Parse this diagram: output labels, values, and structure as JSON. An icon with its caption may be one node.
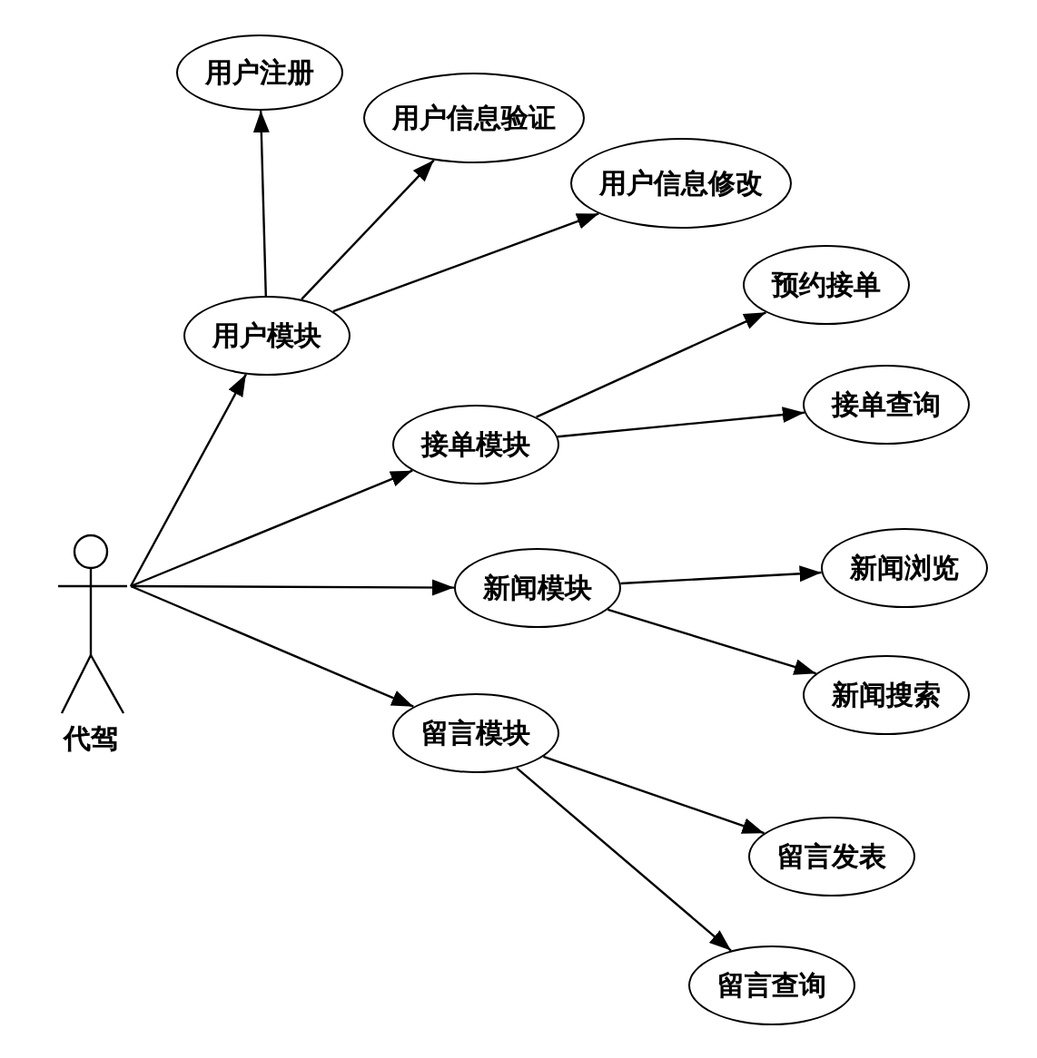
{
  "diagram": {
    "nodes": [
      {
        "text": [
          "代驾"
        ]
      },
      {
        "text": [
          "用户模块"
        ]
      },
      {
        "text": [
          "用户注册"
        ]
      },
      {
        "text": [
          "用户信息验证"
        ]
      },
      {
        "text": [
          "用户信息修改"
        ]
      },
      {
        "text": [
          "接单模块"
        ]
      },
      {
        "text": [
          "预约接单"
        ]
      },
      {
        "text": [
          "接单查询"
        ]
      },
      {
        "text": [
          "新闻模块"
        ]
      },
      {
        "text": [
          "新闻浏览"
        ]
      },
      {
        "text": [
          "新闻搜索"
        ]
      },
      {
        "text": [
          "留言模块"
        ]
      },
      {
        "text": [
          "留言发表"
        ]
      },
      {
        "text": [
          "留言查询"
        ]
      }
    ],
    "edges": [
      {
        "from": 0,
        "to": 1,
        "arrow": "to"
      },
      {
        "from": 0,
        "to": 5,
        "arrow": "to"
      },
      {
        "from": 0,
        "to": 8,
        "arrow": "to"
      },
      {
        "from": 0,
        "to": 11,
        "arrow": "to"
      },
      {
        "from": 1,
        "to": 2,
        "arrow": "to"
      },
      {
        "from": 1,
        "to": 3,
        "arrow": "to"
      },
      {
        "from": 1,
        "to": 4,
        "arrow": "to"
      },
      {
        "from": 5,
        "to": 6,
        "arrow": "to"
      },
      {
        "from": 5,
        "to": 7,
        "arrow": "to"
      },
      {
        "from": 8,
        "to": 9,
        "arrow": "to"
      },
      {
        "from": 8,
        "to": 10,
        "arrow": "to"
      },
      {
        "from": 11,
        "to": 12,
        "arrow": "to"
      },
      {
        "from": 11,
        "to": 13,
        "arrow": "to"
      }
    ]
  }
}
